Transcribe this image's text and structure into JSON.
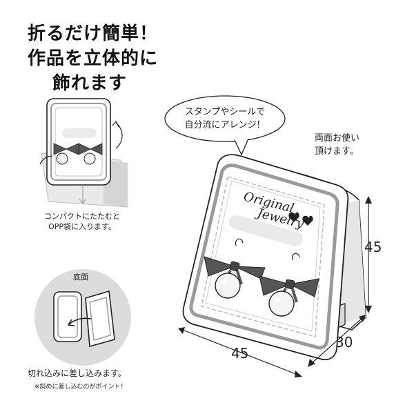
{
  "headline": {
    "line1": "折るだけ簡単！",
    "line2_pre": "作品を",
    "line2_mark1": "立体",
    "line2_mark2": "的",
    "line2_post": "に",
    "line3": "飾れます"
  },
  "compact_note": {
    "line1": "コンパクトにたたむと",
    "line2": "OPP袋に入ります。"
  },
  "bottom_label": "底面",
  "insert_note": "切れ込みに差し込みます。",
  "insert_tip": "※斜めに差し込むのがポイント！",
  "speech_bubble": {
    "line1": "スタンプやシールで",
    "line2": "自分流にアレンジ！"
  },
  "both_sides_note": {
    "line1": "両面お使い",
    "line2": "頂けます。"
  },
  "card_text": {
    "line1": "Original",
    "line2": "Jewelry"
  },
  "dimensions": {
    "height": "45",
    "depth": "30",
    "width": "45"
  },
  "colors": {
    "outline": "#222222",
    "card_fill": "#ffffff",
    "frame_gray": "#9a9a9a",
    "shadow_gray": "#d9d9d9",
    "ribbon": "#555555"
  }
}
